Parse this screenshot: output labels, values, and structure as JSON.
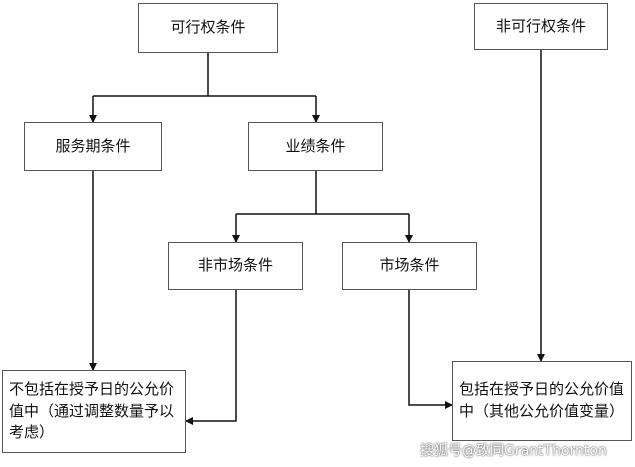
{
  "nodes": {
    "vesting": "可行权条件",
    "non_vesting": "非可行权条件",
    "service": "服务期条件",
    "performance": "业绩条件",
    "non_market": "非市场条件",
    "market": "市场条件",
    "excluded": "不包括在授予日的公允价值中（通过调整数量予以考虑）",
    "included": "包括在授予日的公允价值中（其他公允价值变量）"
  },
  "colors": {
    "line": "#111111",
    "border": "#555555"
  },
  "watermark": "搜狐号@致同GrantThornton"
}
